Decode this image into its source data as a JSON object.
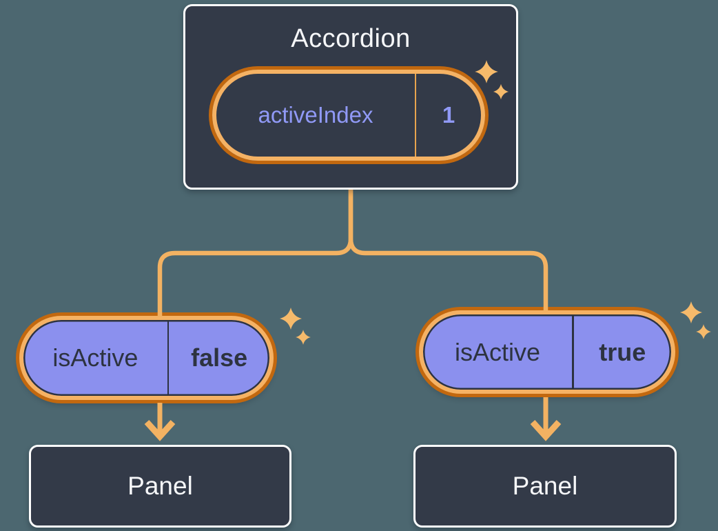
{
  "colors": {
    "background": "#4C6770",
    "node_fill": "#333A48",
    "node_border": "#FFFFFF",
    "text_light": "#F6F7F9",
    "text_dark": "#2D3340",
    "purple_fill": "#8B90EE",
    "purple_text": "#9099F6",
    "orange_light": "#F5B264",
    "orange_dark": "#C2680F",
    "line": "#F3B262",
    "divider_orange": "#E8A44E",
    "sparkle": "#F6BA6B"
  },
  "tree": {
    "root": {
      "title": "Accordion",
      "state": {
        "key": "activeIndex",
        "value": "1"
      }
    },
    "children": [
      {
        "prop": {
          "key": "isActive",
          "value": "false"
        },
        "label": "Panel"
      },
      {
        "prop": {
          "key": "isActive",
          "value": "true"
        },
        "label": "Panel"
      }
    ]
  },
  "icons": {
    "sparkle": "four-point star ✦",
    "arrow": "downward arrow"
  }
}
